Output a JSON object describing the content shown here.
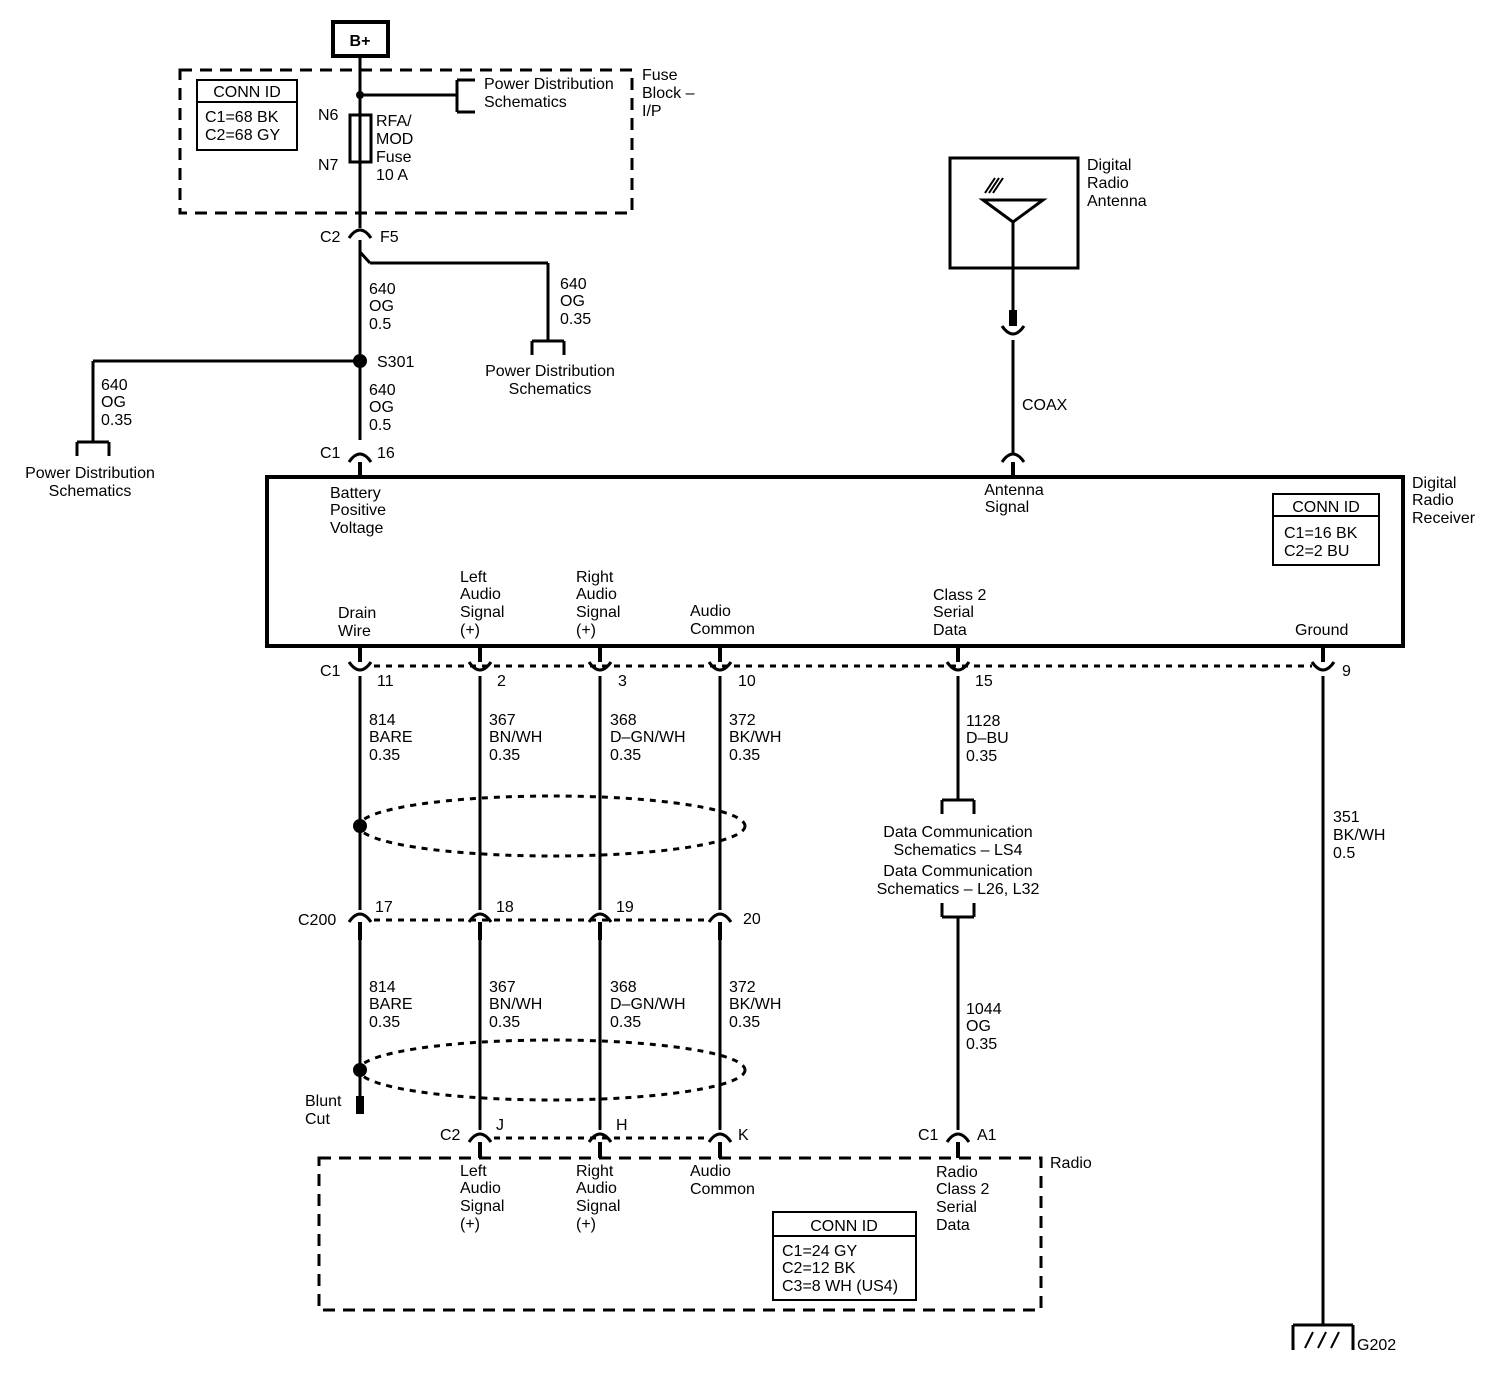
{
  "battery": {
    "label": "B+"
  },
  "fuse_block": {
    "title": [
      "Fuse",
      "Block –",
      "I/P"
    ],
    "conn_title": "CONN ID",
    "conn_lines": [
      "C1=68 BK",
      "C2=68 GY"
    ],
    "pin_in": "N6",
    "pin_out": "N7",
    "fuse_label": [
      "RFA/",
      "MOD",
      "Fuse",
      "10 A"
    ],
    "pds_label": [
      "Power Distribution",
      "Schematics"
    ]
  },
  "f5": {
    "conn": "C2",
    "pin": "F5"
  },
  "wire_640_upper": [
    "640",
    "OG",
    "0.5"
  ],
  "wire_640_branch_right": [
    "640",
    "OG",
    "0.35"
  ],
  "pds_right": [
    "Power Distribution",
    "Schematics"
  ],
  "splice": {
    "label": "S301"
  },
  "wire_640_left": [
    "640",
    "OG",
    "0.35"
  ],
  "pds_left": [
    "Power Distribution",
    "Schematics"
  ],
  "wire_640_lower": [
    "640",
    "OG",
    "0.5"
  ],
  "c1_16": {
    "conn": "C1",
    "pin": "16"
  },
  "antenna": {
    "title": [
      "Digital",
      "Radio",
      "Antenna"
    ],
    "coax": "COAX"
  },
  "receiver": {
    "title": [
      "Digital",
      "Radio",
      "Receiver"
    ],
    "conn_title": "CONN ID",
    "conn_lines": [
      "C1=16 BK",
      "C2=2 BU"
    ],
    "battery_label": [
      "Battery",
      "Positive",
      "Voltage"
    ],
    "antenna_label": [
      "Antenna",
      "Signal"
    ],
    "drain_label": [
      "Drain",
      "Wire"
    ],
    "left_label": [
      "Left",
      "Audio",
      "Signal",
      "(+)"
    ],
    "right_label": [
      "Right",
      "Audio",
      "Signal",
      "(+)"
    ],
    "common_label": [
      "Audio",
      "Common"
    ],
    "class2_label": [
      "Class 2",
      "Serial",
      "Data"
    ],
    "ground_label": "Ground",
    "bottom_conn": "C1",
    "pins": [
      "11",
      "2",
      "3",
      "10",
      "15",
      "9"
    ]
  },
  "wires_upper": [
    [
      "814",
      "BARE",
      "0.35"
    ],
    [
      "367",
      "BN/WH",
      "0.35"
    ],
    [
      "368",
      "D–GN/WH",
      "0.35"
    ],
    [
      "372",
      "BK/WH",
      "0.35"
    ]
  ],
  "wire_1128": [
    "1128",
    "D–BU",
    "0.35"
  ],
  "wire_351": [
    "351",
    "BK/WH",
    "0.5"
  ],
  "data_comm": [
    "Data Communication",
    "Schematics – LS4",
    "Data Communication",
    "Schematics – L26, L32"
  ],
  "c200": {
    "conn": "C200",
    "pins": [
      "17",
      "18",
      "19",
      "20"
    ]
  },
  "wires_lower": [
    [
      "814",
      "BARE",
      "0.35"
    ],
    [
      "367",
      "BN/WH",
      "0.35"
    ],
    [
      "368",
      "D–GN/WH",
      "0.35"
    ],
    [
      "372",
      "BK/WH",
      "0.35"
    ]
  ],
  "wire_1044": [
    "1044",
    "OG",
    "0.35"
  ],
  "blunt_cut": [
    "Blunt",
    "Cut"
  ],
  "radio": {
    "title": "Radio",
    "c2": "C2",
    "pins": [
      "J",
      "H",
      "K"
    ],
    "c1": "C1",
    "a1": "A1",
    "left_label": [
      "Left",
      "Audio",
      "Signal",
      "(+)"
    ],
    "right_label": [
      "Right",
      "Audio",
      "Signal",
      "(+)"
    ],
    "common_label": [
      "Audio",
      "Common"
    ],
    "class2_label": [
      "Radio",
      "Class 2",
      "Serial",
      "Data"
    ],
    "conn_title": "CONN ID",
    "conn_lines": [
      "C1=24 GY",
      "C2=12 BK",
      "C3=8 WH (US4)"
    ]
  },
  "ground": {
    "label": "G202"
  }
}
